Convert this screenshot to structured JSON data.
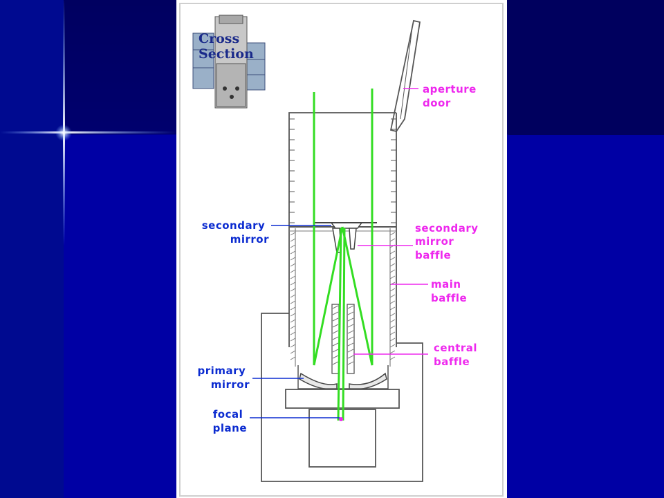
{
  "badge": {
    "line1": "Cross",
    "line2": "Section"
  },
  "labels": {
    "aperture_door": [
      "aperture",
      "door"
    ],
    "secondary_mirror": [
      "secondary",
      "mirror"
    ],
    "secondary_mirror_baffle": [
      "secondary",
      "mirror",
      "baffle"
    ],
    "main_baffle": [
      "main",
      "baffle"
    ],
    "central_baffle": [
      "central",
      "baffle"
    ],
    "primary_mirror": [
      "primary",
      "mirror"
    ],
    "focal_plane": [
      "focal",
      "plane"
    ]
  },
  "colors": {
    "left_labels": "#0b2bd0",
    "right_labels": "#ee28ee",
    "light_rays": "#33dd22",
    "background": "#0000a4",
    "card": "#ffffff"
  }
}
